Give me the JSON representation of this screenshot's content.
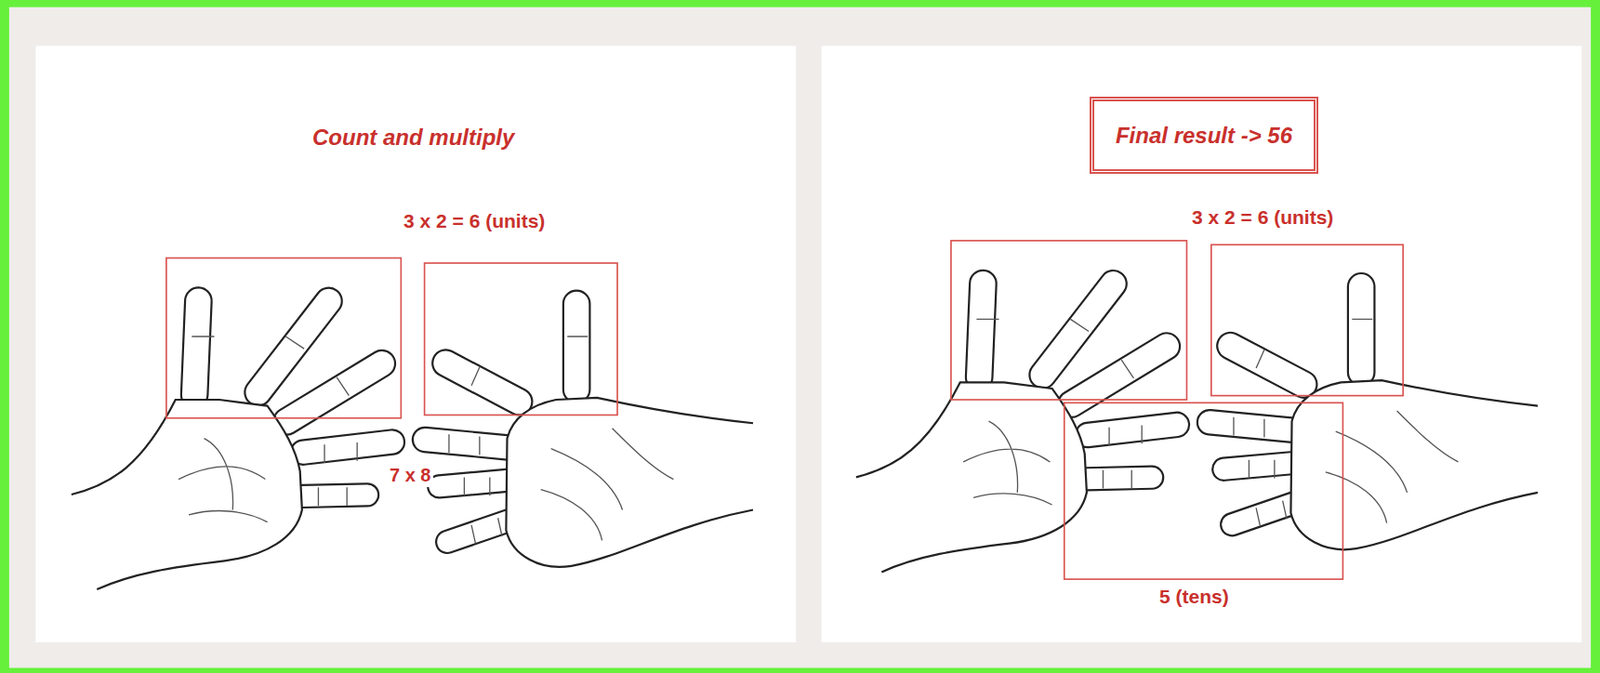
{
  "diagram": {
    "nodes": [
      {
        "text": [
          "Final result -> 56"
        ]
      }
    ],
    "labels": [
      "Count and multiply",
      "3 x 2 = 6 (units)",
      "7 x 8",
      "3 x 2 = 6 (units)",
      "5 (tens)"
    ]
  }
}
